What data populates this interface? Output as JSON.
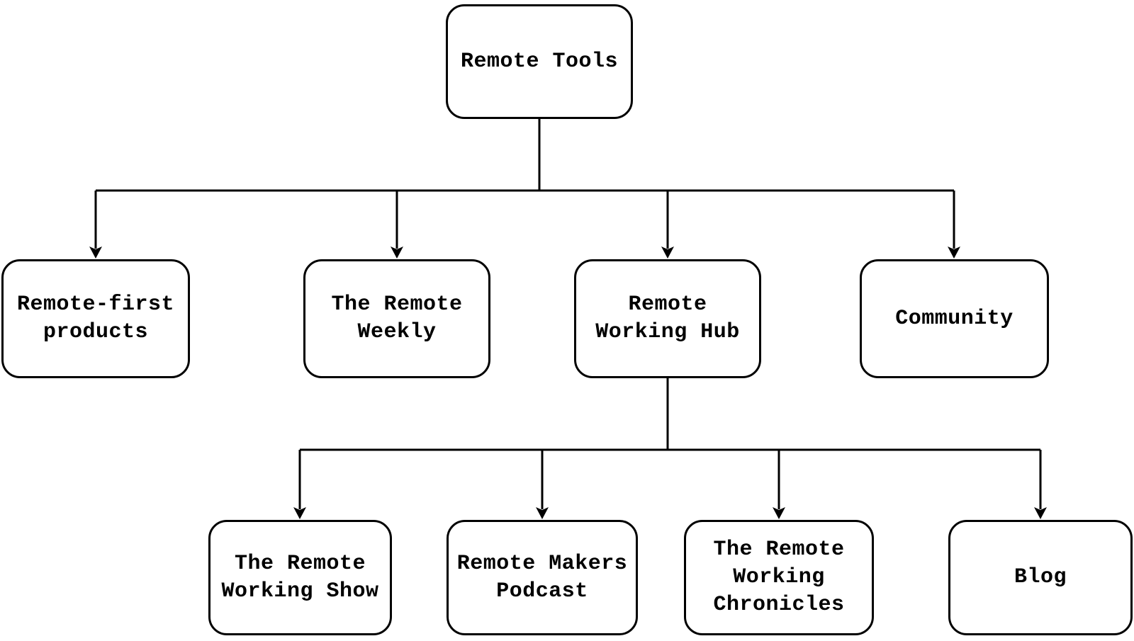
{
  "diagram": {
    "type": "tree-flowchart",
    "background_color": "#ffffff",
    "node_fill_color": "#ffffff",
    "node_border_color": "#000000",
    "edge_color": "#000000",
    "text_color": "#000000",
    "nodes": [
      {
        "id": "remote-tools",
        "label": "Remote Tools",
        "parent": null
      },
      {
        "id": "remote-first-products",
        "label": "Remote-first\nproducts",
        "parent": "remote-tools"
      },
      {
        "id": "the-remote-weekly",
        "label": "The Remote\nWeekly",
        "parent": "remote-tools"
      },
      {
        "id": "remote-working-hub",
        "label": "Remote\nWorking Hub",
        "parent": "remote-tools"
      },
      {
        "id": "community",
        "label": "Community",
        "parent": "remote-tools"
      },
      {
        "id": "the-remote-working-show",
        "label": "The Remote\nWorking Show",
        "parent": "remote-working-hub"
      },
      {
        "id": "remote-makers-podcast",
        "label": "Remote Makers\nPodcast",
        "parent": "remote-working-hub"
      },
      {
        "id": "the-remote-working-chronicles",
        "label": "The Remote\nWorking\nChronicles",
        "parent": "remote-working-hub"
      },
      {
        "id": "blog",
        "label": "Blog",
        "parent": "remote-working-hub"
      }
    ]
  }
}
